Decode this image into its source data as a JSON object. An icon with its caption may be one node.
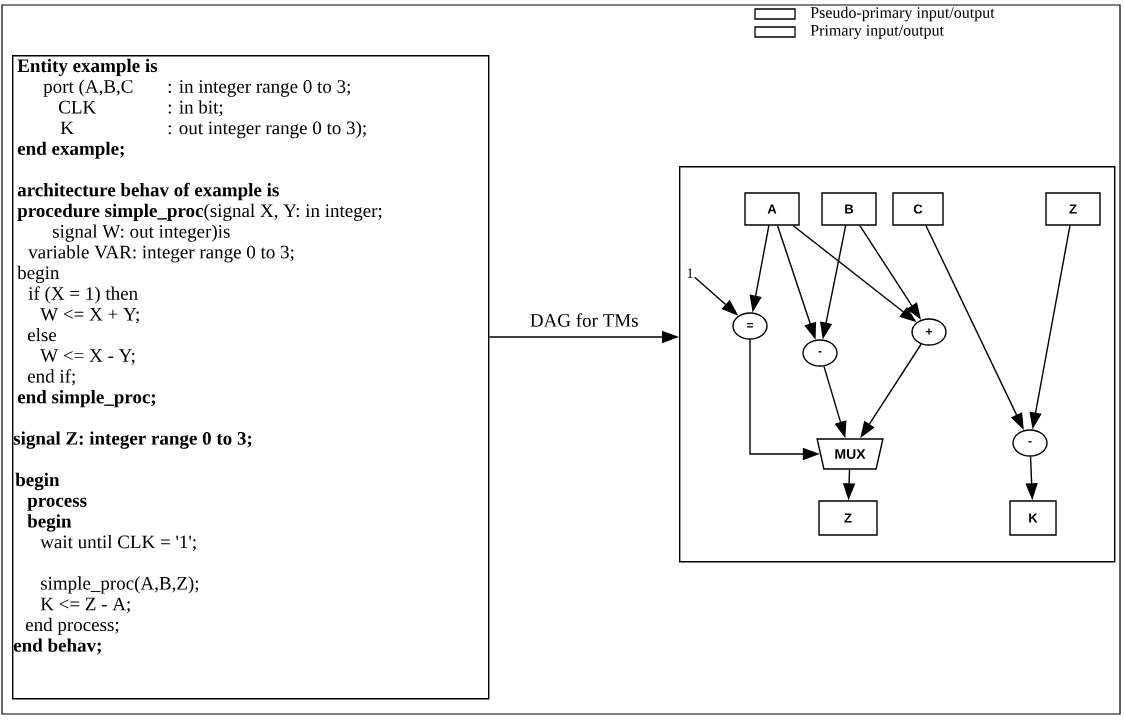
{
  "diagram": {
    "nodes": [
      {
        "text": [
          "Entity example is",
          "port (A,B,C",
          ": in integer range 0 to 3;",
          "CLK",
          ": in bit;",
          "K",
          ": out integer range 0 to 3);",
          "end example;",
          "architecture behav of example is",
          "**procedure simple_proc**(signal X, Y: in integer;",
          "signal W: out integer)is",
          "variable VAR: integer range 0 to 3;",
          "begin",
          "if (X = 1) then",
          "W <= X + Y;",
          "else",
          "W <= X - Y;",
          "end if;",
          "end simple_proc;",
          "signal Z: integer range 0 to 3;",
          "begin",
          "process",
          "begin",
          "wait until CLK = '1';",
          "simple_proc(A,B,Z);",
          "K <= Z - A;",
          "end process;",
          "end behav;"
        ]
      },
      {
        "text": [],
        "shape": "box"
      },
      {
        "text": [
          "A"
        ],
        "in": 1
      },
      {
        "text": [
          "B"
        ],
        "in": 1
      },
      {
        "text": [
          "C"
        ],
        "in": 1
      },
      {
        "text": [
          "Z"
        ],
        "in": 1
      },
      {
        "text": [
          "1"
        ],
        "in": 1
      },
      {
        "text": [
          "="
        ],
        "in": 1
      },
      {
        "text": [
          "-"
        ],
        "in": 1
      },
      {
        "text": [
          "+"
        ],
        "in": 1
      },
      {
        "text": [
          "-"
        ],
        "in": 1
      },
      {
        "text": [
          "MUX"
        ],
        "in": 1
      },
      {
        "text": [
          "Z"
        ],
        "in": 1
      },
      {
        "text": [
          "K"
        ],
        "in": 1
      }
    ],
    "edges": [
      {
        "from": 0,
        "to": 1,
        "arrow": "to",
        "label": "DAG for TMs"
      },
      {
        "from": 2,
        "to": 7,
        "arrow": "to"
      },
      {
        "from": 2,
        "to": 8,
        "arrow": "to"
      },
      {
        "from": 2,
        "to": 9,
        "arrow": "to"
      },
      {
        "from": 3,
        "to": 8,
        "arrow": "to"
      },
      {
        "from": 3,
        "to": 9,
        "arrow": "to"
      },
      {
        "from": 4,
        "to": 10,
        "arrow": "to"
      },
      {
        "from": 5,
        "to": 10,
        "arrow": "to"
      },
      {
        "from": 6,
        "to": 7,
        "arrow": "to"
      },
      {
        "from": 7,
        "to": 11,
        "arrow": "to"
      },
      {
        "from": 8,
        "to": 11,
        "arrow": "to"
      },
      {
        "from": 9,
        "to": 11,
        "arrow": "to"
      },
      {
        "from": 11,
        "to": 12,
        "arrow": "to"
      },
      {
        "from": 10,
        "to": 13,
        "arrow": "to"
      }
    ],
    "legend": [
      {
        "text": "Pseudo-primary input/output"
      },
      {
        "text": "Primary input/output"
      }
    ]
  }
}
